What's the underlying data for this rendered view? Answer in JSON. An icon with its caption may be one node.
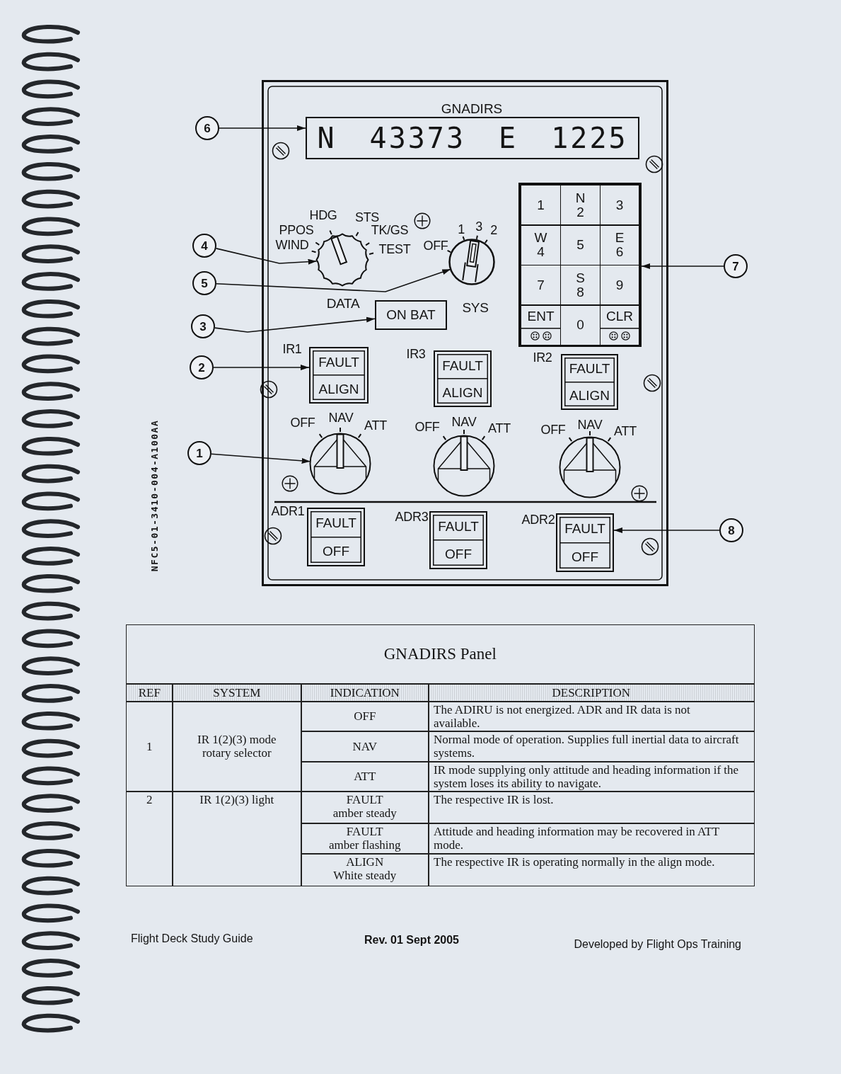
{
  "diagram": {
    "nodes": [
      {
        "text": [
          "GNADIRS"
        ]
      },
      {
        "text": [
          "6"
        ]
      },
      {
        "text": [
          "N 43373 E 1225"
        ],
        "in": 0
      },
      {
        "text": [
          "4"
        ]
      },
      {
        "text": [],
        "shape": "circle",
        "in": 0,
        "beside": [
          "HDG",
          "STS",
          "PPOS",
          "TK/GS",
          "WIND",
          "TEST",
          "DATA"
        ]
      },
      {
        "text": [],
        "shape": "circle",
        "in": 0,
        "beside": [
          "OFF",
          "1",
          "3",
          "2",
          "SYS"
        ]
      },
      {
        "text": [],
        "shape": "box",
        "in": 0
      },
      {
        "text": [
          "1"
        ],
        "in": 6
      },
      {
        "text": [
          "N 2"
        ],
        "in": 6
      },
      {
        "text": [
          "3"
        ],
        "in": 6
      },
      {
        "text": [
          "W 4"
        ],
        "in": 6
      },
      {
        "text": [
          "5"
        ],
        "in": 6
      },
      {
        "text": [
          "E 6"
        ],
        "in": 6
      },
      {
        "text": [
          "7"
        ],
        "in": 6
      },
      {
        "text": [
          "S 8"
        ],
        "in": 6
      },
      {
        "text": [
          "9"
        ],
        "in": 6
      },
      {
        "text": [
          "ENT"
        ],
        "in": 6
      },
      {
        "text": [
          "0"
        ],
        "in": 6
      },
      {
        "text": [
          "CLR"
        ],
        "in": 6
      },
      {
        "text": [
          "7"
        ]
      },
      {
        "text": [
          "5"
        ]
      },
      {
        "text": [
          "3"
        ]
      },
      {
        "text": [
          "ON BAT"
        ],
        "in": 0
      },
      {
        "text": [
          "2"
        ]
      },
      {
        "text": [
          "FAULT",
          "ALIGN"
        ],
        "in": 0
      },
      {
        "text": [
          "FAULT",
          "ALIGN"
        ],
        "in": 0
      },
      {
        "text": [
          "FAULT",
          "ALIGN"
        ],
        "in": 0
      },
      {
        "text": [
          "1"
        ]
      },
      {
        "text": [],
        "shape": "circle",
        "in": 0,
        "beside": [
          "OFF",
          "NAV",
          "ATT"
        ]
      },
      {
        "text": [],
        "shape": "circle",
        "in": 0,
        "beside": [
          "OFF",
          "NAV",
          "ATT"
        ]
      },
      {
        "text": [],
        "shape": "circle",
        "in": 0,
        "beside": [
          "OFF",
          "NAV",
          "ATT"
        ]
      },
      {
        "text": [
          "FAULT",
          "OFF"
        ],
        "in": 0
      },
      {
        "text": [
          "FAULT",
          "OFF"
        ],
        "in": 0
      },
      {
        "text": [
          "FAULT",
          "OFF"
        ],
        "in": 0
      },
      {
        "text": [
          "8"
        ]
      }
    ],
    "edges": [
      {
        "from": 1,
        "to": 2,
        "arrow": "to"
      },
      {
        "from": 3,
        "to": 4,
        "arrow": "to"
      },
      {
        "from": 19,
        "to": 6,
        "arrow": "to"
      },
      {
        "from": 20,
        "to": 5,
        "arrow": "to"
      },
      {
        "from": 21,
        "to": 22,
        "arrow": "to"
      },
      {
        "from": 23,
        "to": 24,
        "arrow": "to"
      },
      {
        "from": 27,
        "to": 28,
        "arrow": "to"
      },
      {
        "from": 34,
        "to": 33,
        "arrow": "to"
      }
    ],
    "labels": [
      "IR1",
      "IR3",
      "IR2",
      "ADR1",
      "ADR3",
      "ADR2",
      "NFC5-01-3410-004-A100AA",
      "GNADIRS Panel",
      "REF",
      "SYSTEM",
      "INDICATION",
      "DESCRIPTION",
      "1",
      "IR 1(2)(3) mode rotary selector",
      "OFF",
      "The ADIRU is not energized. ADR and IR data is not available.",
      "NAV",
      "Normal mode of operation. Supplies full inertial data to aircraft systems.",
      "ATT",
      "IR mode supplying only attitude and heading information if the system loses its ability to navigate.",
      "2",
      "IR 1(2)(3) light",
      "FAULT amber steady",
      "The respective IR is lost.",
      "FAULT amber flashing",
      "Attitude and heading information may be recovered in ATT mode.",
      "ALIGN White steady",
      "The respective IR is operating normally in the align mode.",
      "Flight Deck Study Guide",
      "Rev. 01 Sept 2005",
      "Developed by Flight Ops Training"
    ]
  }
}
